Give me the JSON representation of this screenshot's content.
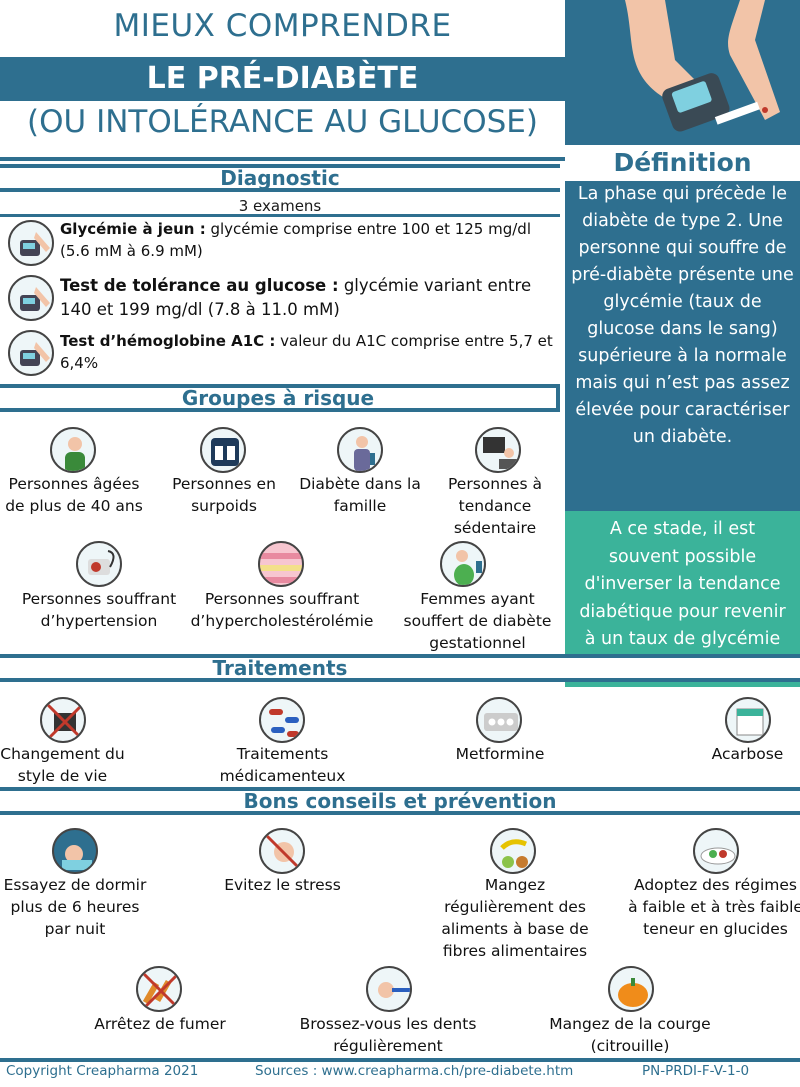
{
  "title": {
    "line1": "MIEUX COMPRENDRE",
    "line2": "LE PRÉ-DIABÈTE",
    "line3": "(OU INTOLÉRANCE AU GLUCOSE)"
  },
  "definition": {
    "heading": "Définition",
    "text": "La phase qui précède le diabète de type 2. Une personne qui souffre de pré-diabète présente une glycémie (taux de glucose dans le sang) supérieure à la normale mais qui n’est pas assez élevée pour caractériser un diabète.",
    "note": "A ce stade, il est souvent possible d'inverser la tendance diabétique pour revenir à un taux de glycémie normal"
  },
  "diagnostic": {
    "heading": "Diagnostic",
    "sub": "3 examens",
    "exams": [
      {
        "bold": "Glycémie à jeun :",
        "rest": " glycémie comprise entre 100 et 125 mg/dl (5.6 mM à 6.9 mM)"
      },
      {
        "bold": "Test de tolérance au glucose :",
        "rest": " glycémie variant entre 140 et 199 mg/dl (7.8 à 11.0 mM)"
      },
      {
        "bold": "Test d’hémoglobine A1C :",
        "rest": " valeur du A1C comprise entre 5,7 et 6,4%"
      }
    ]
  },
  "risk": {
    "heading": "Groupes à risque",
    "items": [
      "Personnes âgées de plus de 40 ans",
      "Personnes en surpoids",
      "Diabète dans la famille",
      "Personnes à tendance sédentaire",
      "Personnes souffrant d’hypertension",
      "Personnes souffrant d’hypercholestérolémie",
      "Femmes ayant souffert de diabète gestationnel"
    ]
  },
  "treatments": {
    "heading": "Traitements",
    "items": [
      "Changement du style de vie",
      "Traitements médicamenteux",
      "Metformine",
      "Acarbose"
    ]
  },
  "tips": {
    "heading": "Bons conseils et prévention",
    "items": [
      "Essayez de dormir plus de 6 heures par nuit",
      "Evitez le stress",
      "Mangez régulièrement des aliments à base de fibres alimentaires",
      "Adoptez des régimes à faible et à très faible teneur en glucides",
      "Arrêtez de fumer",
      "Brossez-vous les dents régulièrement",
      "Mangez de la courge (citrouille)"
    ]
  },
  "footer": {
    "copyright": "Copyright Creapharma 2021",
    "sources": "Sources : www.creapharma.ch/pre-diabete.htm",
    "code": "PN-PRDI-F-V-1-0"
  },
  "colors": {
    "primary": "#2e6f8f",
    "accent": "#3bb39a",
    "dark": "#1a1a1a"
  }
}
